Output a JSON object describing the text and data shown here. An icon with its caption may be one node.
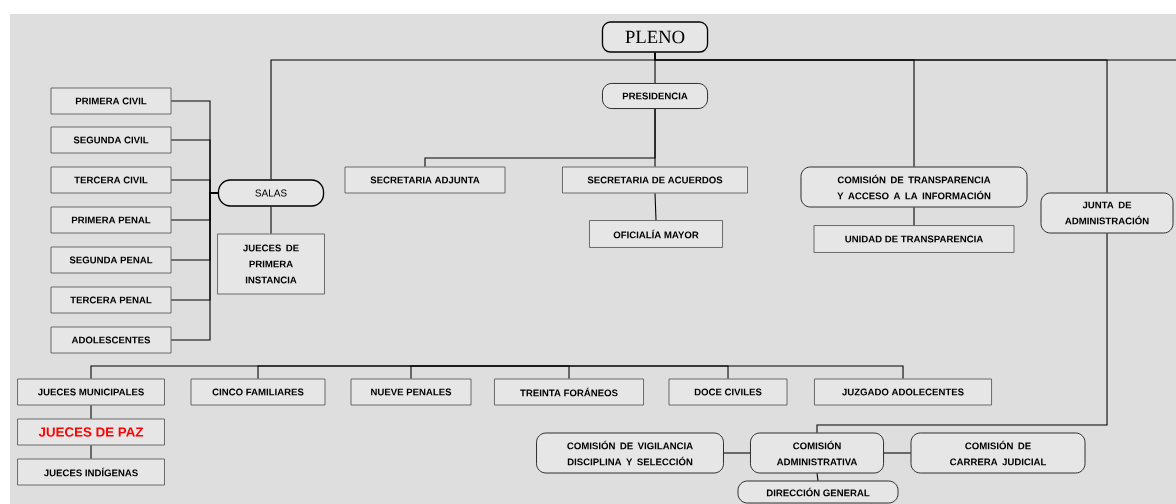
{
  "diagram": {
    "nodes": [
      {
        "text": [
          "PLENO"
        ]
      },
      {
        "text": [
          "PRESIDENCIA"
        ]
      },
      {
        "text": [
          "PRIMERA CIVIL"
        ]
      },
      {
        "text": [
          "SEGUNDA CIVIL"
        ]
      },
      {
        "text": [
          "TERCERA CIVIL"
        ]
      },
      {
        "text": [
          "PRIMERA PENAL"
        ]
      },
      {
        "text": [
          "SEGUNDA PENAL"
        ]
      },
      {
        "text": [
          "TERCERA PENAL"
        ]
      },
      {
        "text": [
          "ADOLESCENTES"
        ]
      },
      {
        "text": [
          "SALAS"
        ]
      },
      {
        "text": [
          "JUECES DE PRIMERA INSTANCIA"
        ]
      },
      {
        "text": [
          "SECRETARIA ADJUNTA"
        ]
      },
      {
        "text": [
          "SECRETARIA DE ACUERDOS"
        ]
      },
      {
        "text": [
          "OFICIALÍA MAYOR"
        ]
      },
      {
        "text": [
          "COMISIÓN DE TRANSPARENCIA Y ACCESO A LA INFORMACIÓN"
        ]
      },
      {
        "text": [
          "UNIDAD DE TRANSPARENCIA"
        ]
      },
      {
        "text": [
          "JUNTA DE ADMINISTRACIÓN"
        ]
      },
      {
        "text": [
          "JUECES MUNICIPALES"
        ]
      },
      {
        "text": [
          "CINCO FAMILIARES"
        ]
      },
      {
        "text": [
          "NUEVE PENALES"
        ]
      },
      {
        "text": [
          "TREINTA FORÁNEOS"
        ]
      },
      {
        "text": [
          "DOCE CIVILES"
        ]
      },
      {
        "text": [
          "JUZGADO ADOLECENTES"
        ]
      },
      {
        "text": [
          "JUECES DE PAZ"
        ]
      },
      {
        "text": [
          "JUECES INDÍGENAS"
        ]
      },
      {
        "text": [
          "COMISIÓN DE VIGILANCIA DISCIPLINA Y SELECCIÓN"
        ]
      },
      {
        "text": [
          "COMISIÓN ADMINISTRATIVA"
        ]
      },
      {
        "text": [
          "COMISIÓN DE CARRERA JUDICIAL"
        ]
      },
      {
        "text": [
          "DIRECCIÓN GENERAL"
        ]
      }
    ],
    "edges": [
      {
        "from": 0,
        "to": 1,
        "arrow": "none"
      },
      {
        "from": 0,
        "to": 9,
        "arrow": "none"
      },
      {
        "from": 0,
        "to": 14,
        "arrow": "none"
      },
      {
        "from": 0,
        "to": 16,
        "arrow": "none"
      },
      {
        "from": 0,
        "to": null,
        "arrow": "none"
      },
      {
        "from": 9,
        "to": 2,
        "arrow": "none"
      },
      {
        "from": 9,
        "to": 3,
        "arrow": "none"
      },
      {
        "from": 9,
        "to": 4,
        "arrow": "none"
      },
      {
        "from": 9,
        "to": 5,
        "arrow": "none"
      },
      {
        "from": 9,
        "to": 6,
        "arrow": "none"
      },
      {
        "from": 9,
        "to": 7,
        "arrow": "none"
      },
      {
        "from": 9,
        "to": 8,
        "arrow": "none"
      },
      {
        "from": 9,
        "to": 10,
        "arrow": "none"
      },
      {
        "from": 1,
        "to": 11,
        "arrow": "none"
      },
      {
        "from": 1,
        "to": 12,
        "arrow": "none"
      },
      {
        "from": 12,
        "to": 13,
        "arrow": "none"
      },
      {
        "from": 14,
        "to": 15,
        "arrow": "none"
      },
      {
        "from": 16,
        "to": 26,
        "arrow": "none"
      },
      {
        "from": 26,
        "to": 25,
        "arrow": "none"
      },
      {
        "from": 26,
        "to": 27,
        "arrow": "none"
      },
      {
        "from": 26,
        "to": 28,
        "arrow": "none"
      },
      {
        "from": null,
        "to": 17,
        "arrow": "none"
      },
      {
        "from": null,
        "to": 18,
        "arrow": "none"
      },
      {
        "from": null,
        "to": 19,
        "arrow": "none"
      },
      {
        "from": null,
        "to": 20,
        "arrow": "none"
      },
      {
        "from": null,
        "to": 21,
        "arrow": "none"
      },
      {
        "from": null,
        "to": 22,
        "arrow": "none"
      },
      {
        "from": 17,
        "to": 23,
        "arrow": "none"
      },
      {
        "from": 23,
        "to": 24,
        "arrow": "none"
      }
    ]
  }
}
